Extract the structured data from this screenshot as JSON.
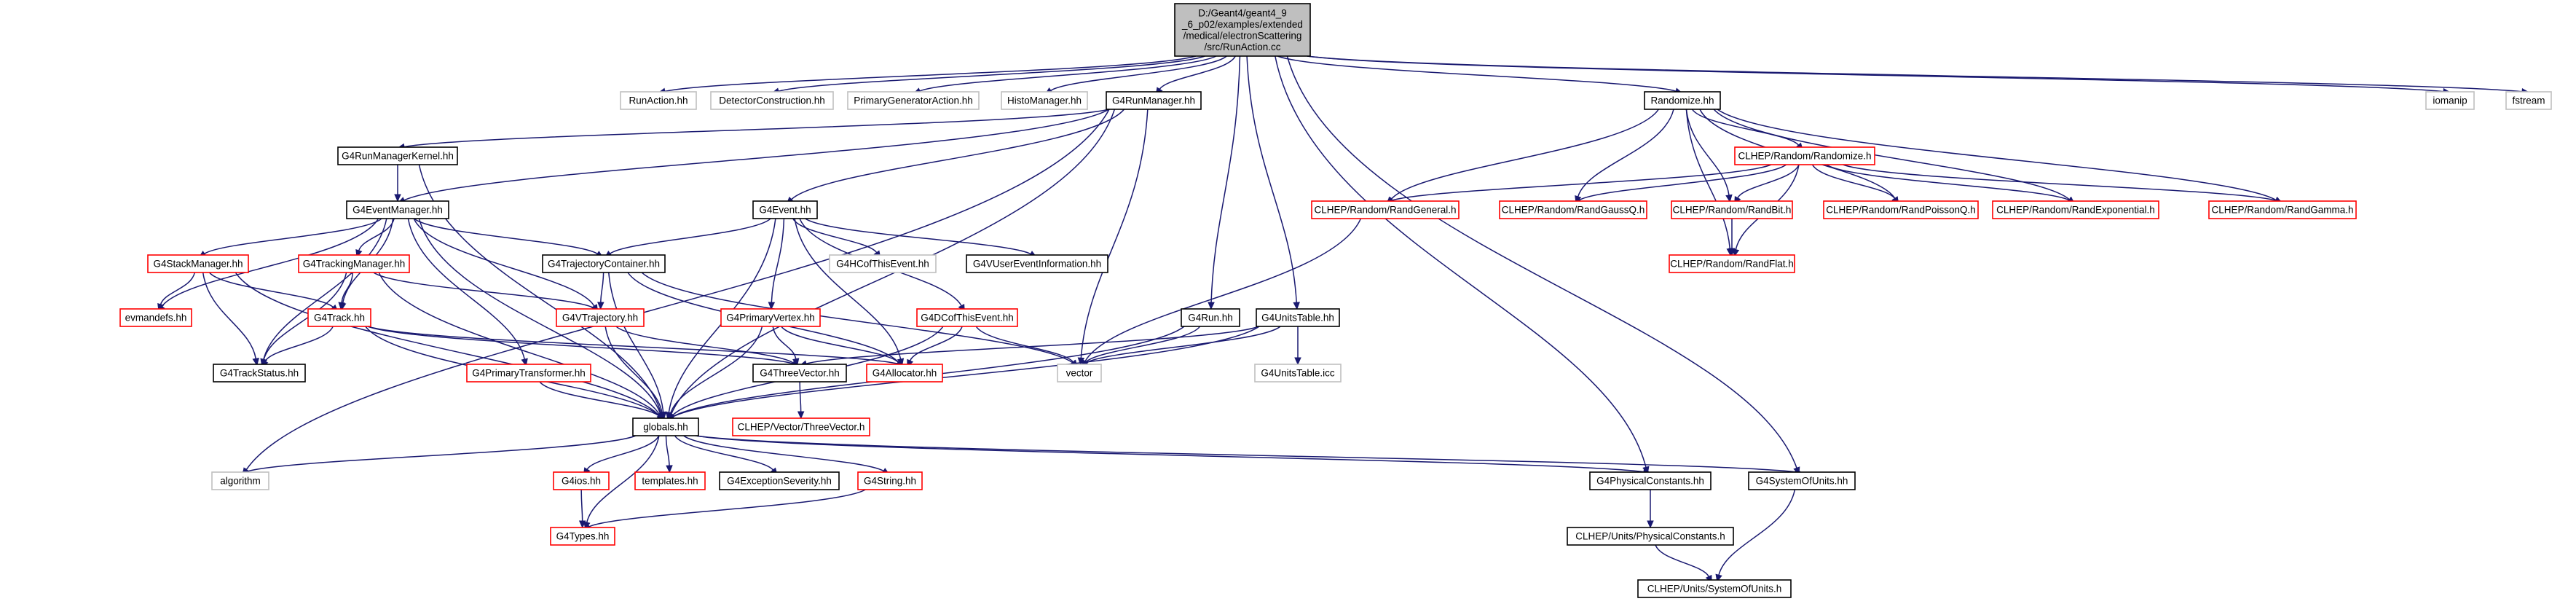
{
  "nodes": [
    {
      "id": "root",
      "lines": [
        "D:/Geant4/geant4_9",
        "_6_p02/examples/extended",
        "/medical/electronScattering",
        "/src/RunAction.cc"
      ],
      "style": "root"
    },
    {
      "id": "RunAction.hh",
      "lines": [
        "RunAction.hh"
      ],
      "style": "gray"
    },
    {
      "id": "DetectorConstruction.hh",
      "lines": [
        "DetectorConstruction.hh"
      ],
      "style": "gray"
    },
    {
      "id": "PrimaryGeneratorAction.hh",
      "lines": [
        "PrimaryGeneratorAction.hh"
      ],
      "style": "gray"
    },
    {
      "id": "HistoManager.hh",
      "lines": [
        "HistoManager.hh"
      ],
      "style": "gray"
    },
    {
      "id": "G4RunManager.hh",
      "lines": [
        "G4RunManager.hh"
      ],
      "style": "black"
    },
    {
      "id": "Randomize.hh",
      "lines": [
        "Randomize.hh"
      ],
      "style": "black"
    },
    {
      "id": "iomanip",
      "lines": [
        "iomanip"
      ],
      "style": "gray"
    },
    {
      "id": "fstream",
      "lines": [
        "fstream"
      ],
      "style": "gray"
    },
    {
      "id": "G4RunManagerKernel.hh",
      "lines": [
        "G4RunManagerKernel.hh"
      ],
      "style": "black"
    },
    {
      "id": "G4EventManager.hh",
      "lines": [
        "G4EventManager.hh"
      ],
      "style": "black"
    },
    {
      "id": "G4Event.hh",
      "lines": [
        "G4Event.hh"
      ],
      "style": "black"
    },
    {
      "id": "G4HCofThisEvent.hh",
      "lines": [
        "G4HCofThisEvent.hh"
      ],
      "style": "gray"
    },
    {
      "id": "G4VUserEventInformation.hh",
      "lines": [
        "G4VUserEventInformation.hh"
      ],
      "style": "black"
    },
    {
      "id": "CLHEP/Random/Randomize.h",
      "lines": [
        "CLHEP/Random/Randomize.h"
      ],
      "style": "red"
    },
    {
      "id": "CLHEP/Random/RandGeneral.h",
      "lines": [
        "CLHEP/Random/RandGeneral.h"
      ],
      "style": "red"
    },
    {
      "id": "CLHEP/Random/RandGaussQ.h",
      "lines": [
        "CLHEP/Random/RandGaussQ.h"
      ],
      "style": "red"
    },
    {
      "id": "CLHEP/Random/RandBit.h",
      "lines": [
        "CLHEP/Random/RandBit.h"
      ],
      "style": "red"
    },
    {
      "id": "CLHEP/Random/RandPoissonQ.h",
      "lines": [
        "CLHEP/Random/RandPoissonQ.h"
      ],
      "style": "red"
    },
    {
      "id": "CLHEP/Random/RandExponential.h",
      "lines": [
        "CLHEP/Random/RandExponential.h"
      ],
      "style": "red"
    },
    {
      "id": "CLHEP/Random/RandGamma.h",
      "lines": [
        "CLHEP/Random/RandGamma.h"
      ],
      "style": "red"
    },
    {
      "id": "CLHEP/Random/RandFlat.h",
      "lines": [
        "CLHEP/Random/RandFlat.h"
      ],
      "style": "red"
    },
    {
      "id": "G4StackManager.hh",
      "lines": [
        "G4StackManager.hh"
      ],
      "style": "red"
    },
    {
      "id": "G4TrackingManager.hh",
      "lines": [
        "G4TrackingManager.hh"
      ],
      "style": "red"
    },
    {
      "id": "G4TrajectoryContainer.hh",
      "lines": [
        "G4TrajectoryContainer.hh"
      ],
      "style": "black"
    },
    {
      "id": "evmandefs.hh",
      "lines": [
        "evmandefs.hh"
      ],
      "style": "red"
    },
    {
      "id": "G4Track.hh",
      "lines": [
        "G4Track.hh"
      ],
      "style": "red"
    },
    {
      "id": "G4VTrajectory.hh",
      "lines": [
        "G4VTrajectory.hh"
      ],
      "style": "red"
    },
    {
      "id": "G4PrimaryVertex.hh",
      "lines": [
        "G4PrimaryVertex.hh"
      ],
      "style": "red"
    },
    {
      "id": "G4DCofThisEvent.hh",
      "lines": [
        "G4DCofThisEvent.hh"
      ],
      "style": "red"
    },
    {
      "id": "G4Run.hh",
      "lines": [
        "G4Run.hh"
      ],
      "style": "black"
    },
    {
      "id": "G4UnitsTable.hh",
      "lines": [
        "G4UnitsTable.hh"
      ],
      "style": "black"
    },
    {
      "id": "G4TrackStatus.hh",
      "lines": [
        "G4TrackStatus.hh"
      ],
      "style": "black"
    },
    {
      "id": "G4PrimaryTransformer.hh",
      "lines": [
        "G4PrimaryTransformer.hh"
      ],
      "style": "red"
    },
    {
      "id": "G4ThreeVector.hh",
      "lines": [
        "G4ThreeVector.hh"
      ],
      "style": "black"
    },
    {
      "id": "G4Allocator.hh",
      "lines": [
        "G4Allocator.hh"
      ],
      "style": "red"
    },
    {
      "id": "vector",
      "lines": [
        "vector"
      ],
      "style": "gray"
    },
    {
      "id": "G4UnitsTable.icc",
      "lines": [
        "G4UnitsTable.icc"
      ],
      "style": "gray"
    },
    {
      "id": "globals.hh",
      "lines": [
        "globals.hh"
      ],
      "style": "black"
    },
    {
      "id": "CLHEP/Vector/ThreeVector.h",
      "lines": [
        "CLHEP/Vector/ThreeVector.h"
      ],
      "style": "red"
    },
    {
      "id": "algorithm",
      "lines": [
        "algorithm"
      ],
      "style": "gray"
    },
    {
      "id": "G4ios.hh",
      "lines": [
        "G4ios.hh"
      ],
      "style": "red"
    },
    {
      "id": "templates.hh",
      "lines": [
        "templates.hh"
      ],
      "style": "red"
    },
    {
      "id": "G4ExceptionSeverity.hh",
      "lines": [
        "G4ExceptionSeverity.hh"
      ],
      "style": "black"
    },
    {
      "id": "G4String.hh",
      "lines": [
        "G4String.hh"
      ],
      "style": "red"
    },
    {
      "id": "G4PhysicalConstants.hh",
      "lines": [
        "G4PhysicalConstants.hh"
      ],
      "style": "black"
    },
    {
      "id": "G4SystemOfUnits.hh",
      "lines": [
        "G4SystemOfUnits.hh"
      ],
      "style": "black"
    },
    {
      "id": "G4Types.hh",
      "lines": [
        "G4Types.hh"
      ],
      "style": "red"
    },
    {
      "id": "CLHEP/Units/PhysicalConstants.h",
      "lines": [
        "CLHEP/Units/PhysicalConstants.h"
      ],
      "style": "black"
    },
    {
      "id": "CLHEP/Units/SystemOfUnits.h",
      "lines": [
        "CLHEP/Units/SystemOfUnits.h"
      ],
      "style": "black"
    }
  ],
  "edges": [
    [
      "root",
      "RunAction.hh"
    ],
    [
      "root",
      "DetectorConstruction.hh"
    ],
    [
      "root",
      "PrimaryGeneratorAction.hh"
    ],
    [
      "root",
      "HistoManager.hh"
    ],
    [
      "root",
      "G4RunManager.hh"
    ],
    [
      "root",
      "Randomize.hh"
    ],
    [
      "root",
      "iomanip"
    ],
    [
      "root",
      "fstream"
    ],
    [
      "root",
      "G4Run.hh"
    ],
    [
      "root",
      "G4UnitsTable.hh"
    ],
    [
      "root",
      "G4PhysicalConstants.hh"
    ],
    [
      "root",
      "G4SystemOfUnits.hh"
    ],
    [
      "G4RunManager.hh",
      "G4RunManagerKernel.hh"
    ],
    [
      "G4RunManager.hh",
      "G4EventManager.hh"
    ],
    [
      "G4RunManager.hh",
      "G4Event.hh"
    ],
    [
      "G4RunManager.hh",
      "vector"
    ],
    [
      "G4RunManager.hh",
      "globals.hh"
    ],
    [
      "G4RunManager.hh",
      "algorithm"
    ],
    [
      "G4RunManagerKernel.hh",
      "G4EventManager.hh"
    ],
    [
      "G4RunManagerKernel.hh",
      "globals.hh"
    ],
    [
      "G4EventManager.hh",
      "G4StackManager.hh"
    ],
    [
      "G4EventManager.hh",
      "G4TrackingManager.hh"
    ],
    [
      "G4EventManager.hh",
      "G4TrajectoryContainer.hh"
    ],
    [
      "G4EventManager.hh",
      "evmandefs.hh"
    ],
    [
      "G4EventManager.hh",
      "G4Track.hh"
    ],
    [
      "G4EventManager.hh",
      "G4VTrajectory.hh"
    ],
    [
      "G4EventManager.hh",
      "G4TrackStatus.hh"
    ],
    [
      "G4EventManager.hh",
      "G4PrimaryTransformer.hh"
    ],
    [
      "G4EventManager.hh",
      "globals.hh"
    ],
    [
      "G4Event.hh",
      "G4TrajectoryContainer.hh"
    ],
    [
      "G4Event.hh",
      "G4HCofThisEvent.hh"
    ],
    [
      "G4Event.hh",
      "G4VUserEventInformation.hh"
    ],
    [
      "G4Event.hh",
      "G4PrimaryVertex.hh"
    ],
    [
      "G4Event.hh",
      "G4DCofThisEvent.hh"
    ],
    [
      "G4Event.hh",
      "G4Allocator.hh"
    ],
    [
      "G4Event.hh",
      "globals.hh"
    ],
    [
      "G4StackManager.hh",
      "evmandefs.hh"
    ],
    [
      "G4StackManager.hh",
      "G4Track.hh"
    ],
    [
      "G4StackManager.hh",
      "G4TrackStatus.hh"
    ],
    [
      "G4StackManager.hh",
      "globals.hh"
    ],
    [
      "G4TrackingManager.hh",
      "G4Track.hh"
    ],
    [
      "G4TrackingManager.hh",
      "G4VTrajectory.hh"
    ],
    [
      "G4TrackingManager.hh",
      "G4TrackStatus.hh"
    ],
    [
      "G4TrackingManager.hh",
      "globals.hh"
    ],
    [
      "G4TrajectoryContainer.hh",
      "G4VTrajectory.hh"
    ],
    [
      "G4TrajectoryContainer.hh",
      "G4Allocator.hh"
    ],
    [
      "G4TrajectoryContainer.hh",
      "vector"
    ],
    [
      "G4TrajectoryContainer.hh",
      "globals.hh"
    ],
    [
      "G4Track.hh",
      "G4TrackStatus.hh"
    ],
    [
      "G4Track.hh",
      "G4ThreeVector.hh"
    ],
    [
      "G4Track.hh",
      "G4Allocator.hh"
    ],
    [
      "G4Track.hh",
      "globals.hh"
    ],
    [
      "G4VTrajectory.hh",
      "G4ThreeVector.hh"
    ],
    [
      "G4VTrajectory.hh",
      "globals.hh"
    ],
    [
      "G4PrimaryVertex.hh",
      "G4ThreeVector.hh"
    ],
    [
      "G4PrimaryVertex.hh",
      "G4Allocator.hh"
    ],
    [
      "G4PrimaryVertex.hh",
      "globals.hh"
    ],
    [
      "G4DCofThisEvent.hh",
      "G4Allocator.hh"
    ],
    [
      "G4DCofThisEvent.hh",
      "vector"
    ],
    [
      "G4DCofThisEvent.hh",
      "globals.hh"
    ],
    [
      "G4PrimaryTransformer.hh",
      "globals.hh"
    ],
    [
      "G4ThreeVector.hh",
      "CLHEP/Vector/ThreeVector.h"
    ],
    [
      "G4Run.hh",
      "vector"
    ],
    [
      "G4Run.hh",
      "globals.hh"
    ],
    [
      "G4UnitsTable.hh",
      "vector"
    ],
    [
      "G4UnitsTable.hh",
      "G4UnitsTable.icc"
    ],
    [
      "G4UnitsTable.hh",
      "globals.hh"
    ],
    [
      "G4UnitsTable.hh",
      "G4ThreeVector.hh"
    ],
    [
      "Randomize.hh",
      "CLHEP/Random/Randomize.h"
    ],
    [
      "Randomize.hh",
      "CLHEP/Random/RandGeneral.h"
    ],
    [
      "Randomize.hh",
      "CLHEP/Random/RandGaussQ.h"
    ],
    [
      "Randomize.hh",
      "CLHEP/Random/RandBit.h"
    ],
    [
      "Randomize.hh",
      "CLHEP/Random/RandPoissonQ.h"
    ],
    [
      "Randomize.hh",
      "CLHEP/Random/RandExponential.h"
    ],
    [
      "Randomize.hh",
      "CLHEP/Random/RandGamma.h"
    ],
    [
      "Randomize.hh",
      "CLHEP/Random/RandFlat.h"
    ],
    [
      "CLHEP/Random/Randomize.h",
      "CLHEP/Random/RandGeneral.h"
    ],
    [
      "CLHEP/Random/Randomize.h",
      "CLHEP/Random/RandGaussQ.h"
    ],
    [
      "CLHEP/Random/Randomize.h",
      "CLHEP/Random/RandBit.h"
    ],
    [
      "CLHEP/Random/Randomize.h",
      "CLHEP/Random/RandPoissonQ.h"
    ],
    [
      "CLHEP/Random/Randomize.h",
      "CLHEP/Random/RandExponential.h"
    ],
    [
      "CLHEP/Random/Randomize.h",
      "CLHEP/Random/RandGamma.h"
    ],
    [
      "CLHEP/Random/Randomize.h",
      "CLHEP/Random/RandFlat.h"
    ],
    [
      "CLHEP/Random/RandBit.h",
      "CLHEP/Random/RandFlat.h"
    ],
    [
      "CLHEP/Random/RandGeneral.h",
      "vector"
    ],
    [
      "globals.hh",
      "algorithm"
    ],
    [
      "globals.hh",
      "G4ios.hh"
    ],
    [
      "globals.hh",
      "templates.hh"
    ],
    [
      "globals.hh",
      "G4ExceptionSeverity.hh"
    ],
    [
      "globals.hh",
      "G4String.hh"
    ],
    [
      "globals.hh",
      "G4PhysicalConstants.hh"
    ],
    [
      "globals.hh",
      "G4SystemOfUnits.hh"
    ],
    [
      "globals.hh",
      "G4Types.hh"
    ],
    [
      "G4ios.hh",
      "G4Types.hh"
    ],
    [
      "G4String.hh",
      "G4Types.hh"
    ],
    [
      "G4PhysicalConstants.hh",
      "CLHEP/Units/PhysicalConstants.h"
    ],
    [
      "G4SystemOfUnits.hh",
      "CLHEP/Units/SystemOfUnits.h"
    ],
    [
      "CLHEP/Units/PhysicalConstants.h",
      "CLHEP/Units/SystemOfUnits.h"
    ]
  ],
  "colors": {
    "edge": "#191970",
    "root_fill": "#bfbfbf",
    "red_border": "#ff0000",
    "gray_border": "#bfbfbf"
  }
}
